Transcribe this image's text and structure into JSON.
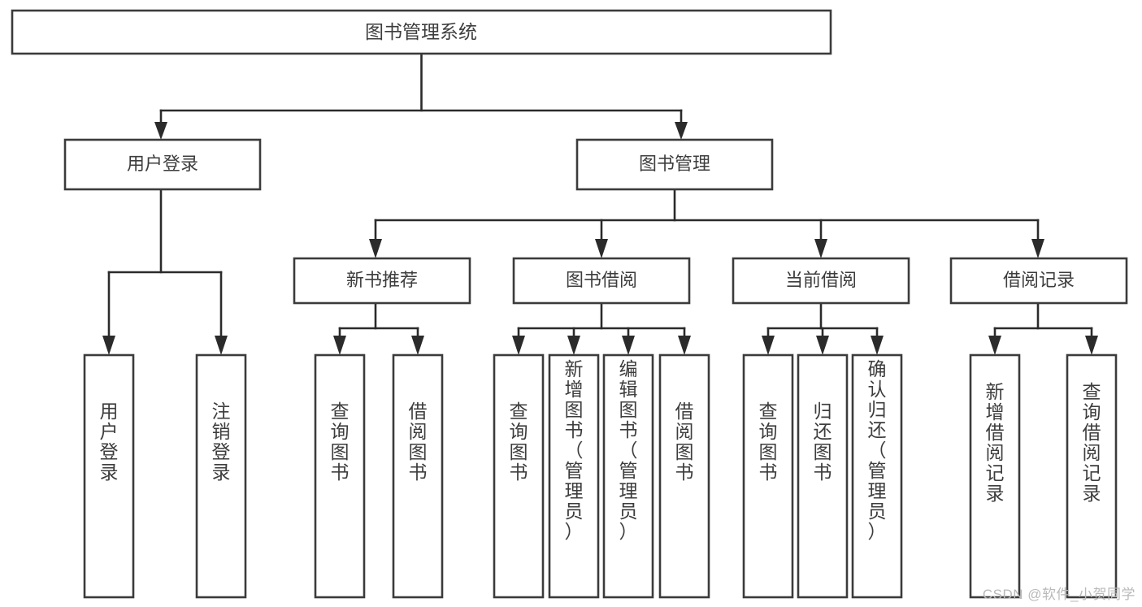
{
  "diagram": {
    "title": "图书管理系统",
    "watermark": "CSDN @软件_小贺同学",
    "colors": {
      "box_stroke": "#3b3b3b",
      "connector": "#2b2b2b",
      "text": "#3d3d3d",
      "background": "#ffffff",
      "watermark": "#b9b9b9"
    },
    "levels": {
      "root": {
        "label": "图书管理系统"
      },
      "level2": [
        {
          "label": "用户登录"
        },
        {
          "label": "图书管理"
        }
      ],
      "level3": [
        {
          "label": "新书推荐"
        },
        {
          "label": "图书借阅"
        },
        {
          "label": "当前借阅"
        },
        {
          "label": "借阅记录"
        }
      ],
      "leaves": {
        "user_login": [
          {
            "label": "用户登录"
          },
          {
            "label": "注销登录"
          }
        ],
        "new_book": [
          {
            "label": "查询图书"
          },
          {
            "label": "借阅图书"
          }
        ],
        "book_borrow": [
          {
            "label": "查询图书"
          },
          {
            "label": "新增图书（管理员）"
          },
          {
            "label": "编辑图书（管理员）"
          },
          {
            "label": "借阅图书"
          }
        ],
        "current_borrow": [
          {
            "label": "查询图书"
          },
          {
            "label": "归还图书"
          },
          {
            "label": "确认归还（管理员）"
          }
        ],
        "borrow_record": [
          {
            "label": "新增借阅记录"
          },
          {
            "label": "查询借阅记录"
          }
        ]
      }
    }
  }
}
